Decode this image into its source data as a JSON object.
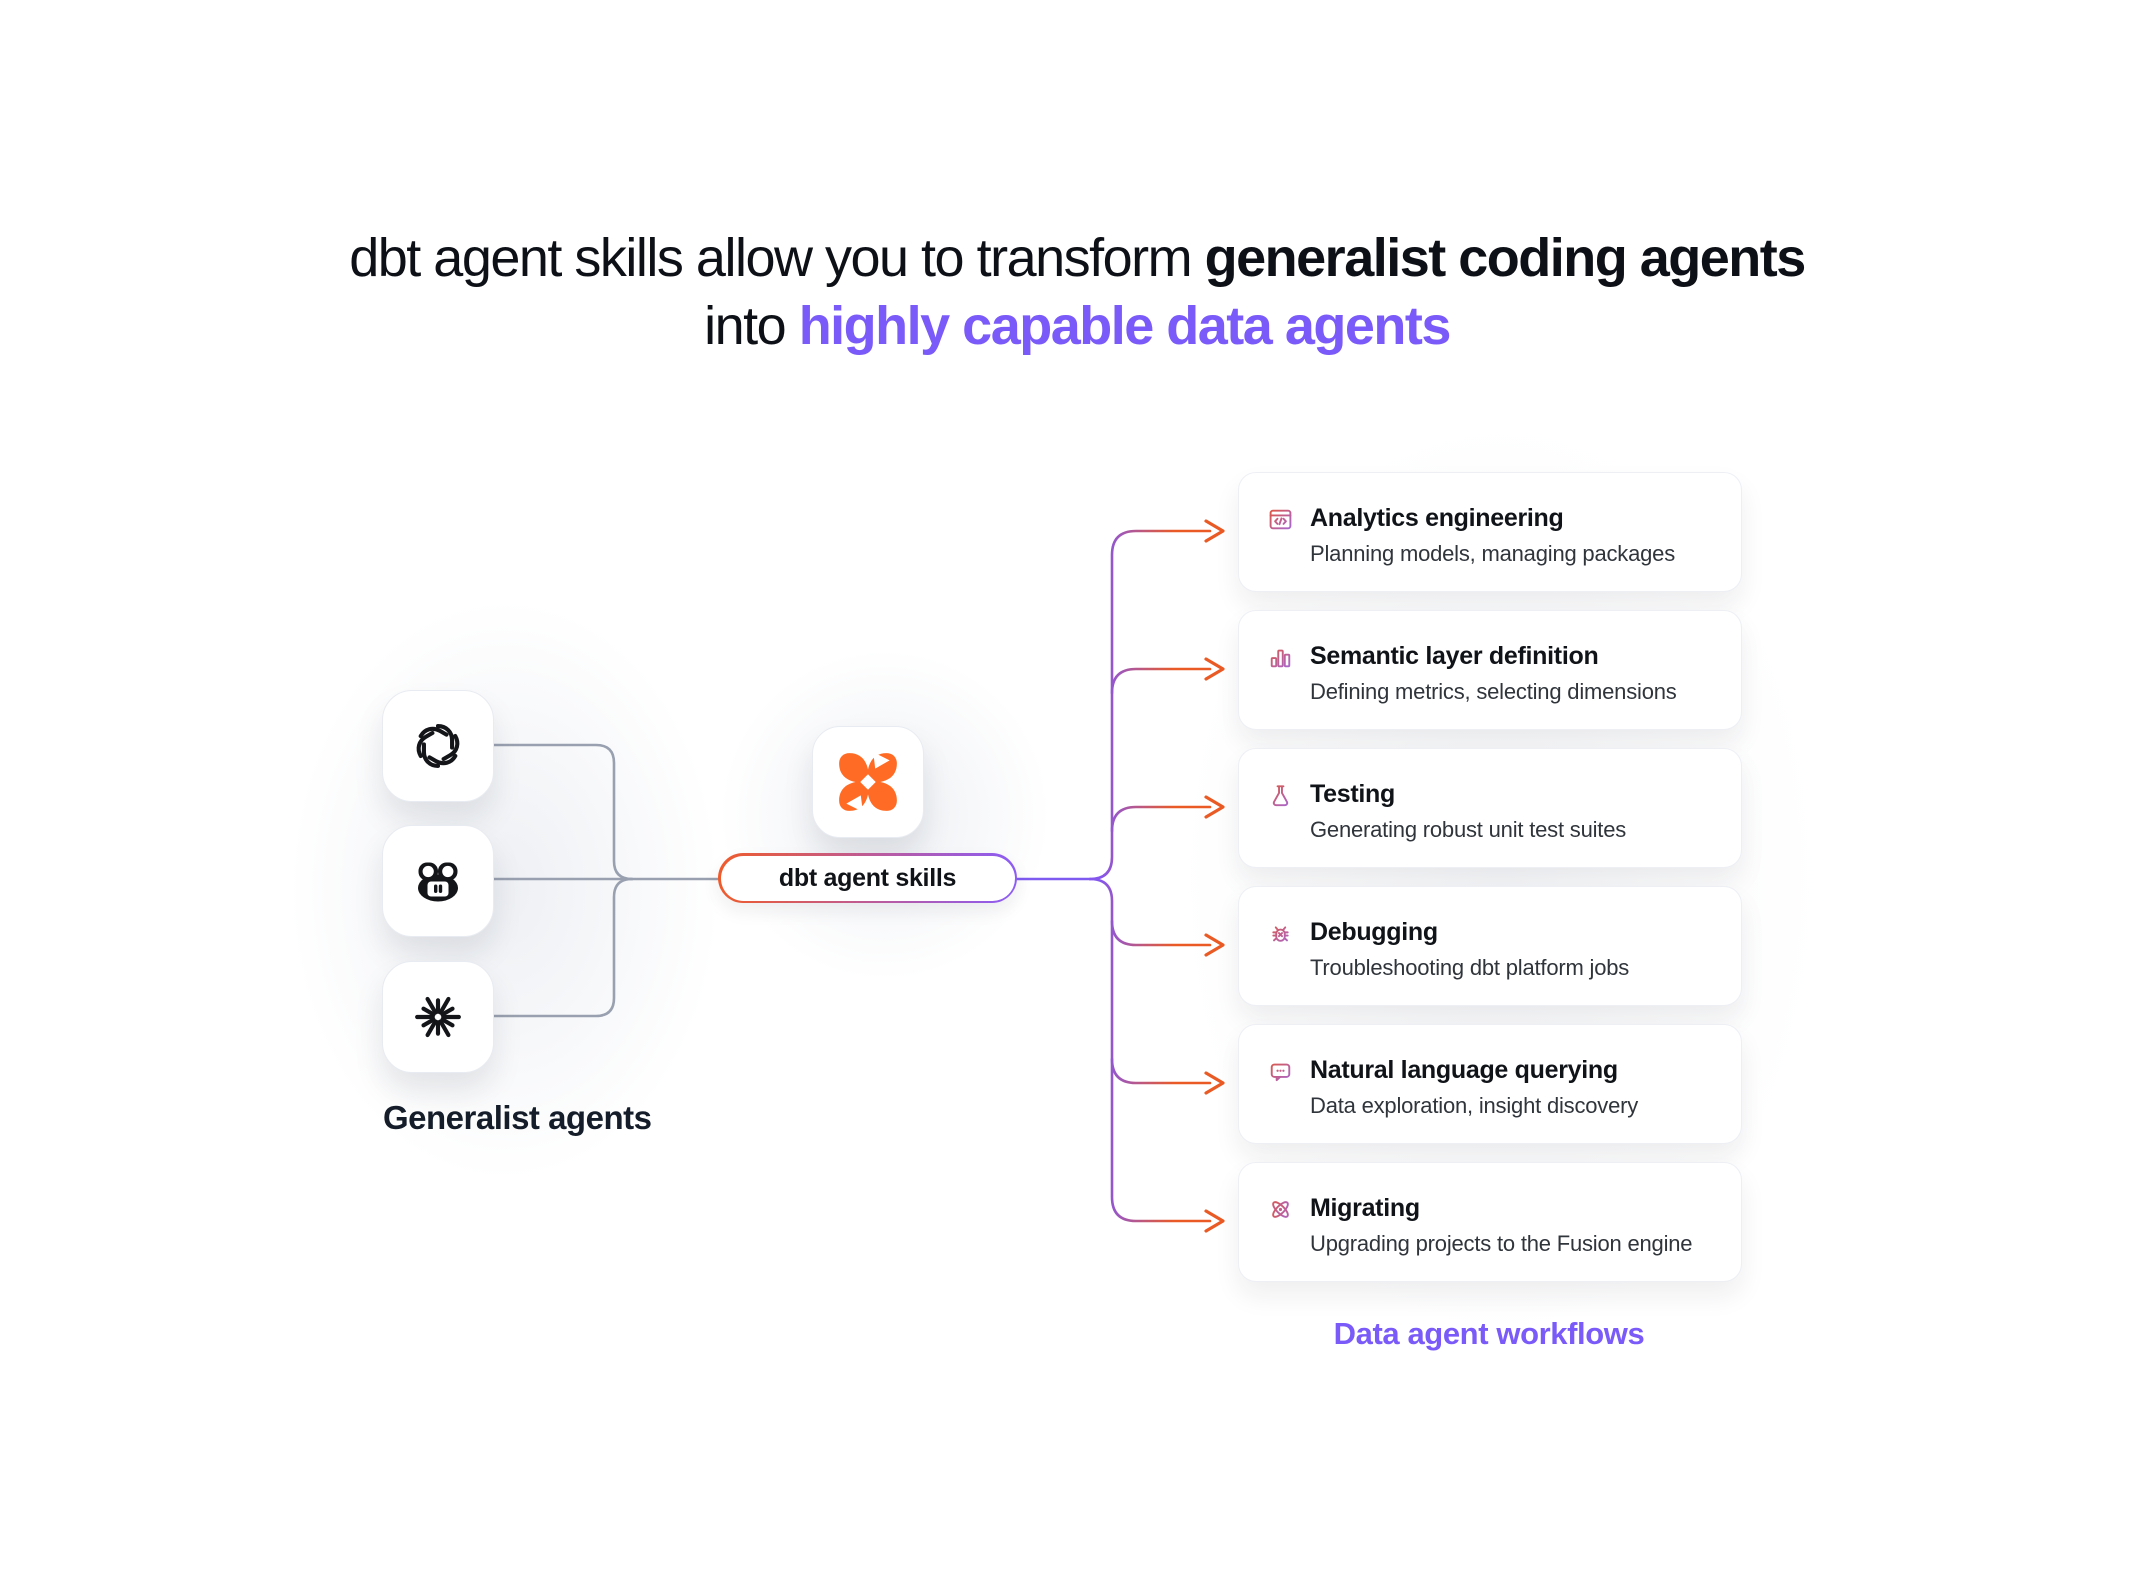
{
  "title": {
    "line1_regular": "dbt agent skills allow you to transform ",
    "line1_bold": "generalist coding agents",
    "line2_regular": "into ",
    "line2_bold": "highly capable data agents"
  },
  "left_group": {
    "label": "Generalist agents",
    "agents": [
      {
        "icon": "openai-logo-icon"
      },
      {
        "icon": "github-copilot-icon"
      },
      {
        "icon": "claude-starburst-icon"
      }
    ]
  },
  "center": {
    "logo": "dbt-logo-icon",
    "pill_label": "dbt agent skills"
  },
  "right_group": {
    "label": "Data agent workflows",
    "cards": [
      {
        "icon": "code-window-icon",
        "title": "Analytics engineering",
        "subtitle": "Planning models, managing packages"
      },
      {
        "icon": "bar-chart-icon",
        "title": "Semantic layer definition",
        "subtitle": "Defining metrics, selecting dimensions"
      },
      {
        "icon": "flask-icon",
        "title": "Testing",
        "subtitle": "Generating robust unit test suites"
      },
      {
        "icon": "bug-icon",
        "title": "Debugging",
        "subtitle": "Troubleshooting dbt platform jobs"
      },
      {
        "icon": "chat-bubble-icon",
        "title": "Natural language querying",
        "subtitle": "Data exploration, insight discovery"
      },
      {
        "icon": "atom-icon",
        "title": "Migrating",
        "subtitle": "Upgrading projects to the Fusion engine"
      }
    ]
  },
  "colors": {
    "accent_purple": "#7a5af8",
    "accent_orange": "#ea5a24",
    "dbt_orange": "#ff6b24",
    "connector_gray": "#99a1b0",
    "text_dark": "#0d1016"
  }
}
